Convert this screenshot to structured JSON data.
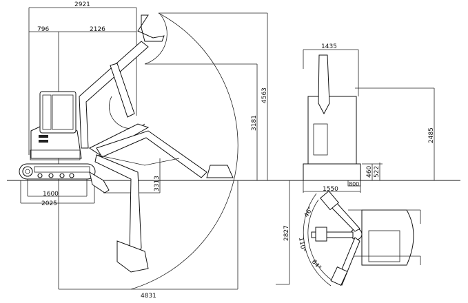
{
  "side_view": {
    "dims": {
      "overall_tail_to_arm": "2921",
      "tail_swing": "796",
      "front_offset": "2126",
      "max_dump_height": "3181",
      "max_dig_height": "4563",
      "max_dig_depth": "3313",
      "track_tumbler_distance": "1600",
      "track_length": "2025",
      "max_reach": "4831"
    }
  },
  "front_view": {
    "dims": {
      "cab_width": "1435",
      "overall_height": "2485",
      "ground_clearance_a": "460",
      "ground_clearance_b": "522",
      "track_width": "1550",
      "shoe_width": "800"
    }
  },
  "top_view": {
    "dims": {
      "swing_depth": "2827"
    },
    "angles": [
      "46°",
      "110°",
      "64°"
    ]
  },
  "colors": {
    "line": "#222222",
    "background": "#ffffff"
  }
}
